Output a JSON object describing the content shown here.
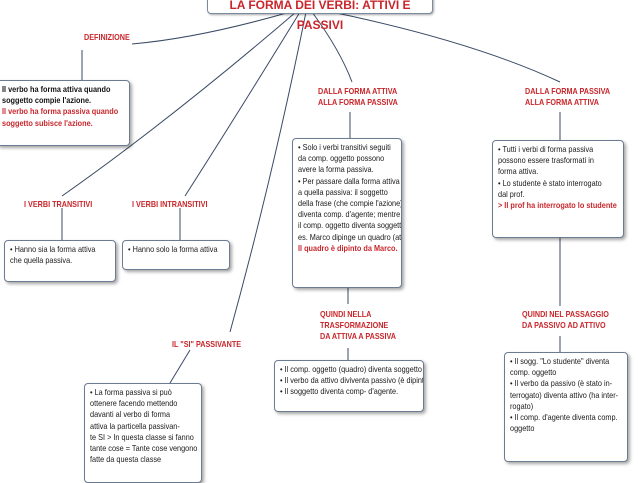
{
  "title": "LA FORMA DEI VERBI: ATTIVI E PASSIVI",
  "labels": {
    "definizione": "DEFINIZIONE",
    "transitivi": "I VERBI TRANSITIVI",
    "intransitivi": "I VERBI INTRANSITIVI",
    "si_passivante": "IL \"SI\" PASSIVANTE",
    "attiva_passiva": [
      "DALLA FORMA ATTIVA",
      "ALLA FORMA PASSIVA"
    ],
    "passiva_attiva": [
      "DALLA FORMA PASSIVA",
      "ALLA FORMA ATTIVA"
    ],
    "quindi_trasformazione": [
      "QUINDI NELLA",
      "TRASFORMAZIONE",
      "DA ATTIVA A PASSIVA"
    ],
    "quindi_passaggio": [
      "QUINDI NEL PASSAGGIO",
      "DA PASSIVO AD ATTIVO"
    ]
  },
  "boxes": {
    "definizione": {
      "lines": [
        "Il verbo ha forma attiva quando",
        "soggetto compie l'azione."
      ],
      "red_lines": [
        "Il verbo ha forma passiva quando",
        "soggetto subisce l'azione."
      ]
    },
    "transitivi": [
      "• Hanno sia la forma attiva",
      "che quella passiva."
    ],
    "intransitivi": [
      "• Hanno solo la forma attiva"
    ],
    "attiva_passiva": {
      "lines": [
        "• Solo i verbi transitivi seguiti",
        "da comp. oggetto possono",
        "avere la forma passiva.",
        "• Per passare dalla forma attiva",
        "a quella passiva: il soggetto",
        "della frase (che compie l'azione)",
        "diventa comp. d'agente; mentre",
        "il comp. oggetto diventa soggetto.",
        "es. Marco dipinge un quadro (attiva)"
      ],
      "red_line": "Il quadro è dipinto da Marco."
    },
    "passiva_attiva": {
      "lines": [
        "• Tutti i verbi di forma passiva",
        "possono essere trasformati in",
        "forma attiva.",
        "• Lo studente è stato interrogato",
        "dal prof."
      ],
      "red_line": "> Il prof ha interrogato lo studente"
    },
    "trasformazione": [
      "• Il comp. oggetto (quadro) diventa soggetto",
      "• Il verbo da attivo diviventa passivo (è dipinto)",
      "• Il soggetto diventa comp- d'agente."
    ],
    "passaggio": [
      "• Il sogg. \"Lo studente\" diventa",
      "comp. oggetto",
      "• Il verbo da passivo (è stato in-",
      "terrogato) diventa attivo (ha inter-",
      "rogato)",
      "• Il comp. d'agente diventa comp.",
      "oggetto"
    ],
    "si_passivante": [
      "• La forma passiva si può",
      "ottenere facendo mettendo",
      "davanti al verbo di forma",
      "attiva la particella passivan-",
      "te SI > In questa classe si fanno",
      "tante cose = Tante cose vengono",
      "fatte da questa classe"
    ]
  },
  "colors": {
    "accent": "#c8262b",
    "line": "#3a4a66",
    "box_border": "#6b7b92"
  }
}
